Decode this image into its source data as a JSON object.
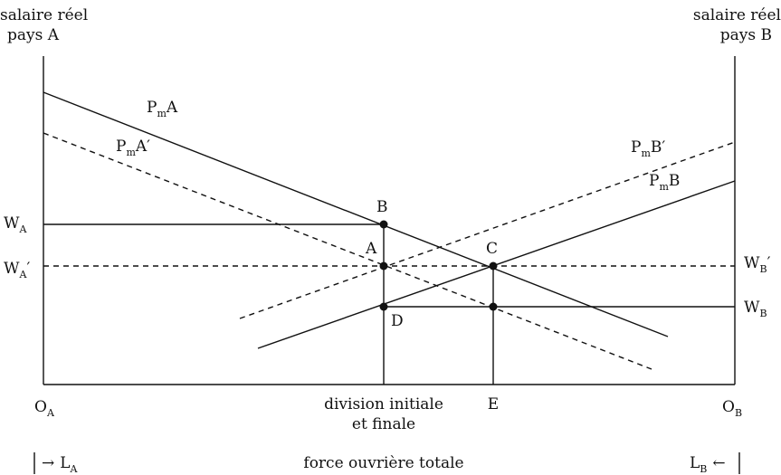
{
  "axes": {
    "left_title_line1": "salaire réel",
    "left_title_line2": "pays A",
    "right_title_line1": "salaire réel",
    "right_title_line2": "pays B",
    "origin_left": {
      "main": "O",
      "sub": "A"
    },
    "origin_right": {
      "main": "O",
      "sub": "B"
    }
  },
  "curves": {
    "pma": {
      "main": "P",
      "sub": "m",
      "tail": "A"
    },
    "pma_prime": {
      "main": "P",
      "sub": "m",
      "tail": "A′"
    },
    "pmb": {
      "main": "P",
      "sub": "m",
      "tail": "B"
    },
    "pmb_prime": {
      "main": "P",
      "sub": "m",
      "tail": "B′"
    }
  },
  "wage_labels": {
    "wa": {
      "main": "W",
      "sub": "A",
      "tail": ""
    },
    "wa_prime": {
      "main": "W",
      "sub": "A",
      "tail": "′"
    },
    "wb": {
      "main": "W",
      "sub": "B",
      "tail": ""
    },
    "wb_prime": {
      "main": "W",
      "sub": "B",
      "tail": "′"
    }
  },
  "points": {
    "a": "A",
    "b": "B",
    "c": "C",
    "d": "D"
  },
  "x_labels": {
    "division_line1": "division initiale",
    "division_line2": "et finale",
    "e": "E"
  },
  "bottom": {
    "la": {
      "arrow": "→",
      "main": "L",
      "sub": "A"
    },
    "lb": {
      "arrow": "←",
      "main": "L",
      "sub": "B"
    },
    "total": "force ouvrière totale"
  },
  "colors": {
    "ink": "#111111",
    "background": "#ffffff"
  }
}
